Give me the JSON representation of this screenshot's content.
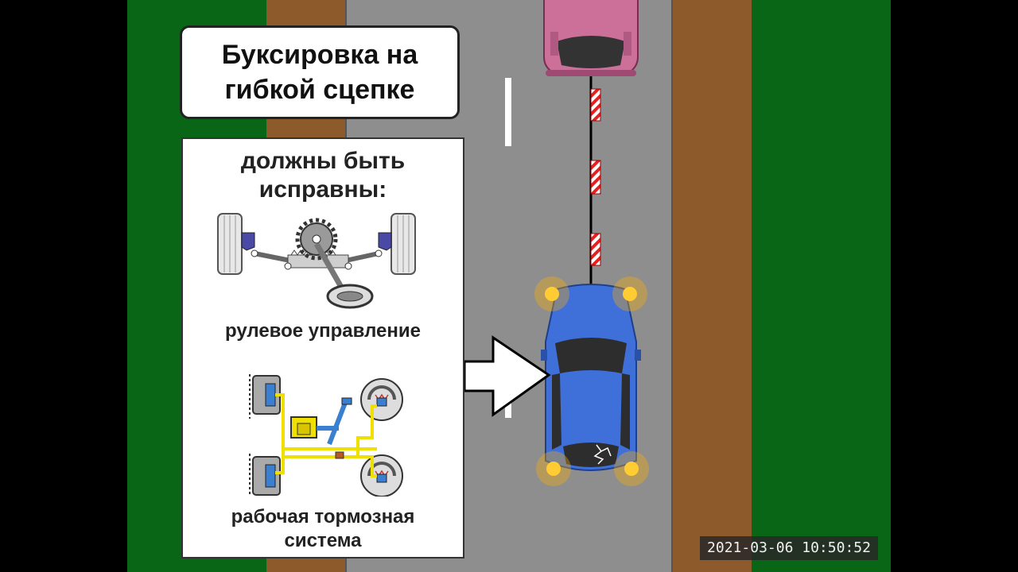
{
  "title": "Буксировка на\nгибкой сцепке",
  "panel": {
    "heading": "должны быть\nисправны:",
    "steering_caption": "рулевое управление",
    "brake_caption": "рабочая тормозная\nсистема"
  },
  "timestamp": "2021-03-06  10:50:52",
  "icons": [
    "steering-system-icon",
    "brake-system-icon",
    "arrow-right-icon",
    "tow-rope-icon",
    "hazard-light-icon"
  ],
  "colors": {
    "grass": "#0a6617",
    "dirt": "#8c5a2b",
    "road": "#8e8e8e",
    "towed_car": "#3f6fd8",
    "towing_car": "#cc6f99",
    "hazard": "#ffb300",
    "brake_fluid": "#f0e000"
  }
}
